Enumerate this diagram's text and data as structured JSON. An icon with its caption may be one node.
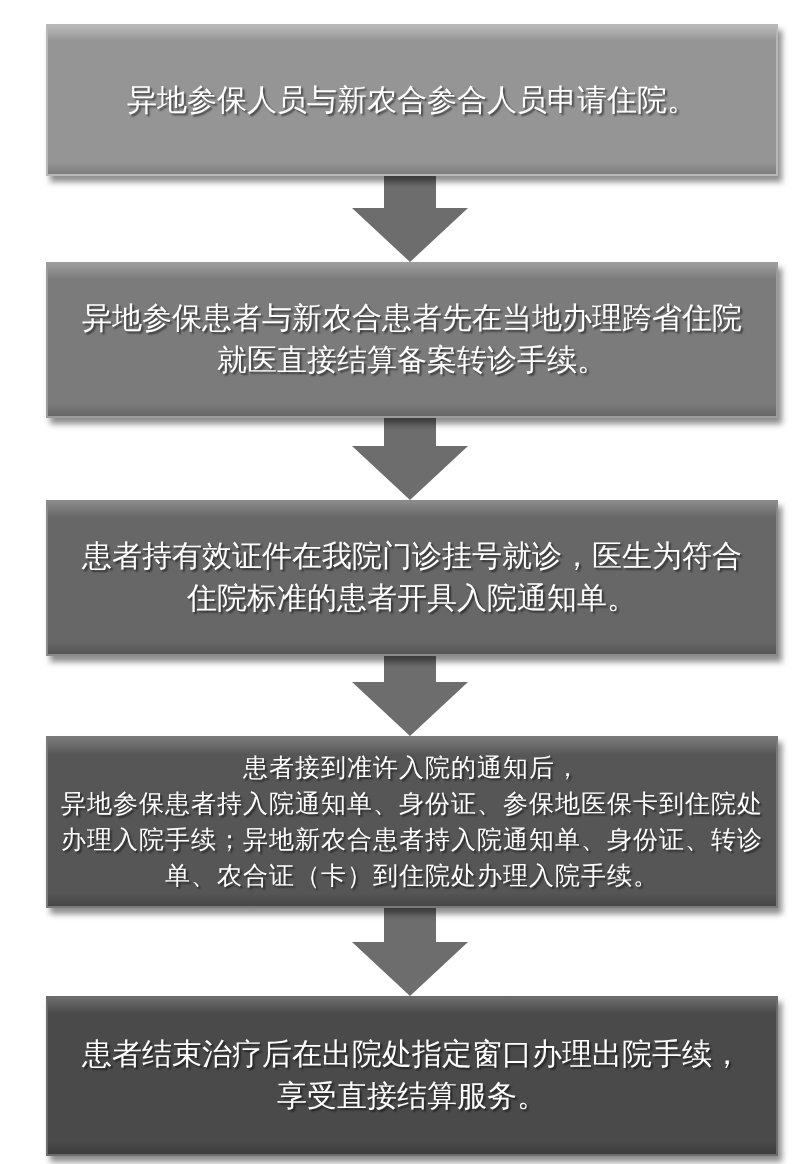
{
  "diagram": {
    "nodes": [
      {
        "text": [
          "异地参保人员与新农合参合人员申请住院。"
        ]
      },
      {
        "text": [
          "异地参保患者与新农合患者先在当地办理跨省住院就医直接结算备案转诊手续。"
        ]
      },
      {
        "text": [
          "患者持有效证件在我院门诊挂号就诊，医生为符合住院标准的患者开具入院通知单。"
        ]
      },
      {
        "text": [
          "患者接到准许入院的通知后，",
          "异地参保患者持入院通知单、身份证、参保地医保卡到住院处办理入院手续；异地新农合患者持入院通知单、身份证、转诊单、农合证（卡）到住院处办理入院手续。"
        ]
      },
      {
        "text": [
          "患者结束治疗后在出院处指定窗口办理出院手续，享受直接结算服务。"
        ]
      }
    ],
    "edges": [
      {
        "from": 0,
        "to": 1,
        "arrow": "to"
      },
      {
        "from": 1,
        "to": 2,
        "arrow": "to"
      },
      {
        "from": 2,
        "to": 3,
        "arrow": "to"
      },
      {
        "from": 3,
        "to": 4,
        "arrow": "to"
      }
    ]
  }
}
